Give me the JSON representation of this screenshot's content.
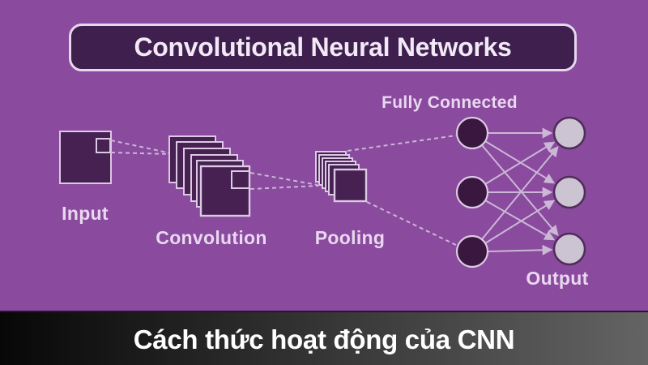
{
  "title": "Convolutional Neural Networks",
  "caption": "Cách thức hoạt động của CNN",
  "labels": {
    "input": "Input",
    "convolution": "Convolution",
    "pooling": "Pooling",
    "fully_connected": "Fully Connected",
    "output": "Output"
  },
  "diagram": {
    "stages": [
      "Input",
      "Convolution",
      "Pooling",
      "Fully Connected",
      "Output"
    ],
    "convolution_layer_count": 6,
    "pooling_layer_count": 6,
    "fully_connected_node_count": 3,
    "output_node_count": 3,
    "connection_style": "dashed lines between stages, arrowed full mesh between fully-connected and output nodes"
  },
  "colors": {
    "background": "#8a4a9e",
    "title_box_fill": "#3e1f4e",
    "title_box_border": "#e6d7ec",
    "title_text": "#f3e9f6",
    "shape_fill": "#462152",
    "shape_border": "#dcc9e3",
    "node_dark_fill": "#39173f",
    "node_light_fill": "#cdc4d3",
    "node_light_border": "#4f2d59",
    "connector": "#cbb7d6",
    "label_text": "#e9d8f0",
    "caption_bar_left": "#070707",
    "caption_bar_right": "#646464",
    "caption_text": "#ffffff"
  }
}
